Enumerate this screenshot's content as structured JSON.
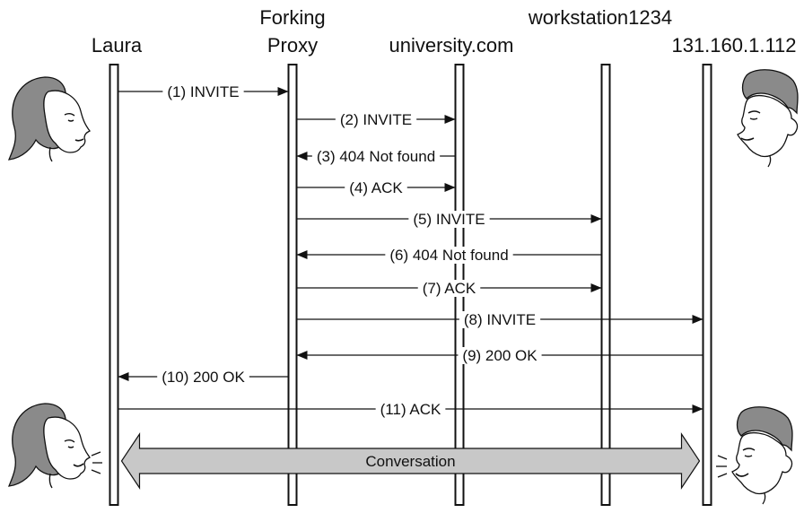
{
  "participants": [
    {
      "id": "laura",
      "label_lines": [
        "Laura"
      ]
    },
    {
      "id": "proxy",
      "label_lines": [
        "Forking",
        "Proxy"
      ]
    },
    {
      "id": "university",
      "label_lines": [
        "university.com"
      ]
    },
    {
      "id": "workstation",
      "label_lines": [
        "workstation1234"
      ]
    },
    {
      "id": "host",
      "label_lines": [
        "131.160.1.112"
      ]
    }
  ],
  "messages": [
    {
      "label": "(1) INVITE",
      "from": "laura",
      "to": "proxy"
    },
    {
      "label": "(2) INVITE",
      "from": "proxy",
      "to": "university"
    },
    {
      "label": "(3) 404 Not found",
      "from": "university",
      "to": "proxy"
    },
    {
      "label": "(4) ACK",
      "from": "proxy",
      "to": "university"
    },
    {
      "label": "(5) INVITE",
      "from": "proxy",
      "to": "workstation"
    },
    {
      "label": "(6) 404 Not found",
      "from": "workstation",
      "to": "proxy"
    },
    {
      "label": "(7) ACK",
      "from": "proxy",
      "to": "workstation"
    },
    {
      "label": "(8) INVITE",
      "from": "proxy",
      "to": "host"
    },
    {
      "label": "(9) 200 OK",
      "from": "host",
      "to": "proxy"
    },
    {
      "label": "(10) 200 OK",
      "from": "proxy",
      "to": "laura"
    },
    {
      "label": "(11) ACK",
      "from": "laura",
      "to": "host"
    }
  ],
  "conversation": {
    "label": "Conversation",
    "from": "laura",
    "to": "host"
  },
  "colors": {
    "line": "#111111",
    "conversation_fill": "#c8c8c8",
    "hair": "#8a8a8a",
    "skin": "#ffffff"
  }
}
